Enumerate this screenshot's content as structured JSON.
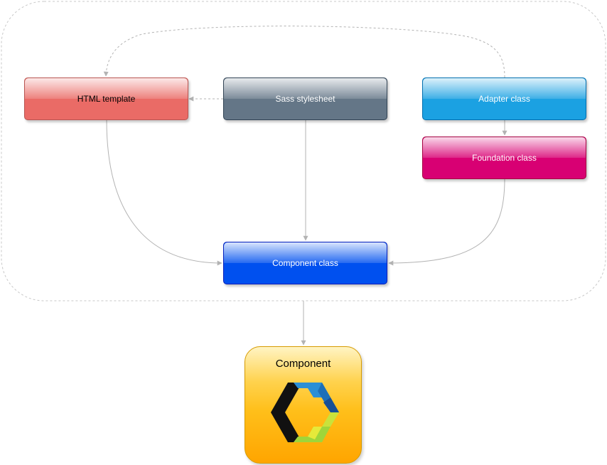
{
  "nodes": {
    "html_template": "HTML template",
    "sass_stylesheet": "Sass stylesheet",
    "adapter_class": "Adapter class",
    "foundation_class": "Foundation class",
    "component_class": "Component class",
    "component": "Component"
  },
  "edges": [
    {
      "from": "sass_stylesheet",
      "to": "html_template",
      "style": "dashed"
    },
    {
      "from": "adapter_class",
      "to": "html_template",
      "style": "dashed"
    },
    {
      "from": "adapter_class",
      "to": "foundation_class",
      "style": "solid"
    },
    {
      "from": "html_template",
      "to": "component_class",
      "style": "solid"
    },
    {
      "from": "sass_stylesheet",
      "to": "component_class",
      "style": "solid"
    },
    {
      "from": "foundation_class",
      "to": "component_class",
      "style": "solid"
    },
    {
      "from": "component_class",
      "to": "component",
      "style": "solid"
    }
  ],
  "colors": {
    "html_template": "#ea6b66",
    "sass_stylesheet": "#647687",
    "adapter_class": "#1ba1e2",
    "foundation_class": "#d80073",
    "component_class": "#0050ef",
    "component": "#ffa500",
    "connector": "#b3b3b3",
    "group_border": "#c8c8c8"
  },
  "icons": {
    "component_logo": "web-components-logo-icon"
  }
}
